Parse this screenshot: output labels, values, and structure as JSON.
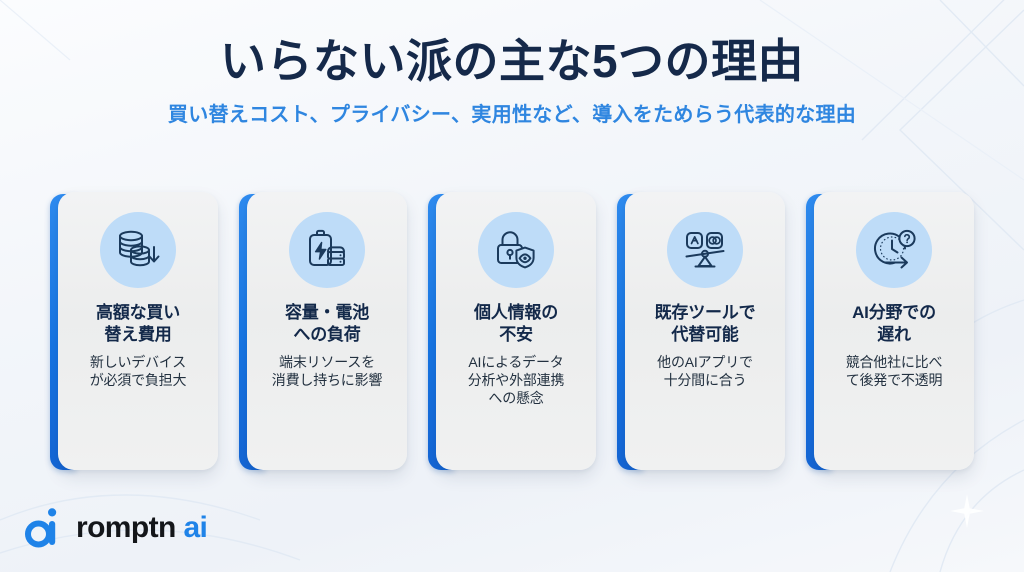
{
  "header": {
    "title": "いらない派の主な5つの理由",
    "subtitle": "買い替えコスト、プライバシー、実用性など、導入をためらう代表的な理由"
  },
  "colors": {
    "accent_bar": "#1675e4",
    "subtitle": "#2f86e0",
    "title": "#15294a",
    "icon_circle": "#bedcf8",
    "icon_line": "#1b3a5c",
    "card_bg": "#eceded",
    "page_bg": "#f3f6fa",
    "logo_ai": "#1f83e8"
  },
  "cards": [
    {
      "icon": "coins-down-arrow-icon",
      "title": "高額な買い\n替え費用",
      "desc": "新しいデバイス\nが必須で負担大"
    },
    {
      "icon": "battery-server-icon",
      "title": "容量・電池\nへの負荷",
      "desc": "端末リソースを\n消費し持ちに影響"
    },
    {
      "icon": "lock-shield-eye-icon",
      "title": "個人情報の\n不安",
      "desc": "AIによるデータ\n分析や外部連携\nへの懸念"
    },
    {
      "icon": "app-balance-scale-icon",
      "title": "既存ツールで\n代替可能",
      "desc": "他のAIアプリで\n十分間に合う"
    },
    {
      "icon": "clock-arrow-question-icon",
      "title": "AI分野での\n遅れ",
      "desc": "競合他社に比べ\nて後発で不透明"
    }
  ],
  "logo": {
    "mark": "promptn-logo-mark",
    "name_primary": "romptn",
    "name_accent": "ai"
  },
  "decorations": {
    "sparkle": "sparkle-icon"
  }
}
